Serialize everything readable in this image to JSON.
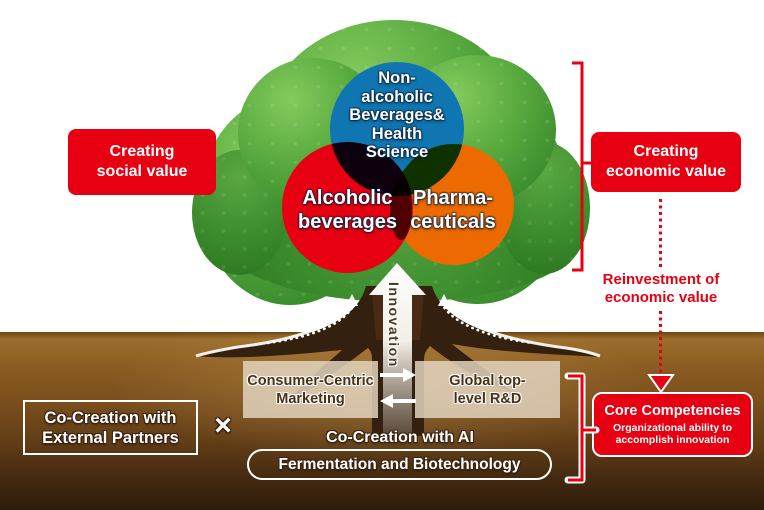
{
  "venn": {
    "non_alcoholic": "Non-\nalcoholic\nBeverages&\nHealth\nScience",
    "alcoholic": "Alcoholic\nbeverages",
    "pharmaceuticals": "Pharma-\nceuticals"
  },
  "side_labels": {
    "social_value": "Creating\nsocial value",
    "economic_value": "Creating\neconomic value",
    "reinvestment": "Reinvestment of\neconomic value"
  },
  "core_competencies": {
    "title": "Core Competencies",
    "subtitle": "Organizational ability to\naccomplish innovation"
  },
  "trunk": {
    "innovation": "Innovation"
  },
  "foundation": {
    "marketing": "Consumer-Centric\nMarketing",
    "rd": "Global top-\nlevel R&D",
    "co_creation_ai": "Co-Creation with AI",
    "fermentation": "Fermentation and Biotechnology",
    "external_partners": "Co-Creation with\nExternal Partners",
    "multiply": "×"
  },
  "colors": {
    "brand_red": "#e60012",
    "circle_blue": "#1076b2",
    "circle_orange": "#ec6a00",
    "foliage_green": "#4f9e37",
    "soil_brown": "#7a4e1c"
  }
}
